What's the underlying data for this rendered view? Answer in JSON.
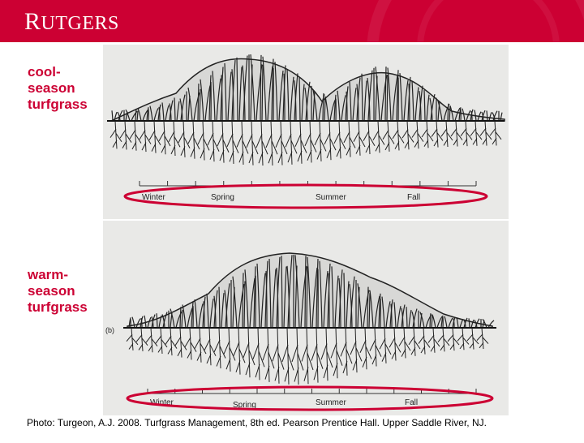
{
  "header": {
    "logo_initial": "R",
    "logo_rest": "UTGERS",
    "brand_color": "#cc0033"
  },
  "labels": {
    "cool": [
      "cool-",
      "season",
      "turfgrass"
    ],
    "warm": [
      "warm-",
      "season",
      "turfgrass"
    ]
  },
  "figure_top": {
    "seasons": [
      "Winter",
      "Spring",
      "Summer",
      "Fall"
    ]
  },
  "figure_bottom": {
    "panel_marker": "(b)",
    "seasons": [
      "Winter",
      "Spring",
      "Summer",
      "Fall"
    ]
  },
  "caption": "Photo: Turgeon, A.J. 2008. Turfgrass Management, 8th ed. Pearson Prentice Hall. Upper Saddle River, NJ."
}
